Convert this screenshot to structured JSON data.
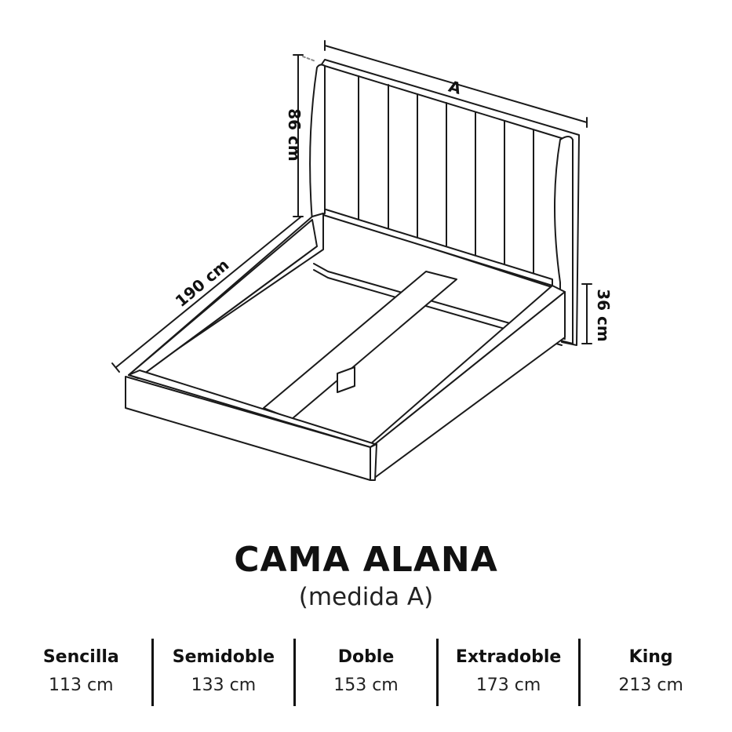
{
  "diagram": {
    "dim_width_label": "A",
    "dim_length_label": "190 cm",
    "dim_headboard_label": "86 cm",
    "dim_height_label": "36 cm"
  },
  "product": {
    "title": "CAMA ALANA",
    "subtitle": "(medida A)"
  },
  "sizes": [
    {
      "name": "Sencilla",
      "value": "113 cm"
    },
    {
      "name": "Semidoble",
      "value": "133 cm"
    },
    {
      "name": "Doble",
      "value": "153 cm"
    },
    {
      "name": "Extradoble",
      "value": "173 cm"
    },
    {
      "name": "King",
      "value": "213 cm"
    }
  ],
  "colors": {
    "line": "#1a1a1a",
    "panel_fill": "#ffffff"
  }
}
